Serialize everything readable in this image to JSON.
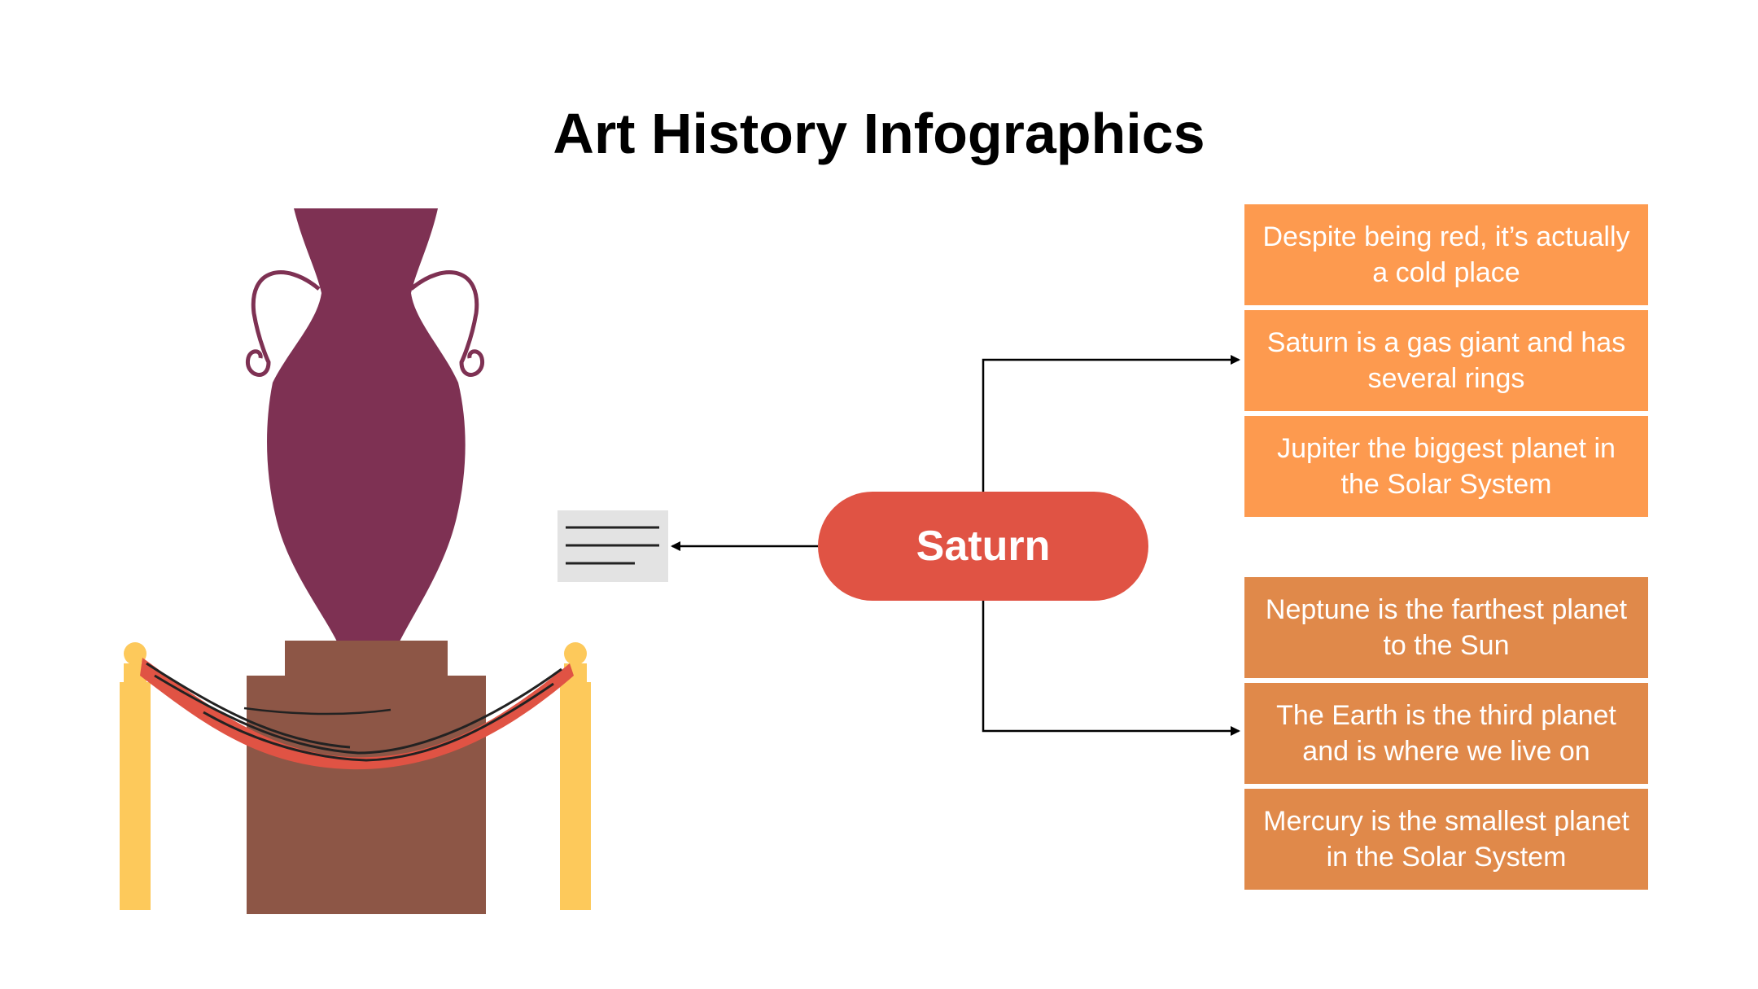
{
  "title": "Art History Infographics",
  "center_node": {
    "label": "Saturn",
    "color": "#e05344"
  },
  "top_group": {
    "color": "#fd9a4f",
    "items": [
      "Despite being red, it’s actually a cold place",
      "Saturn is a gas giant and has several rings",
      "Jupiter the biggest planet in the Solar System"
    ]
  },
  "bottom_group": {
    "color": "#e0894a",
    "items": [
      "Neptune is the farthest planet to the Sun",
      "The Earth is the third planet and is where we live on",
      "Mercury is the smallest planet in the Solar System"
    ]
  },
  "illustration": {
    "vase_color": "#7e3153",
    "pedestal_color": "#8d5646",
    "rope_color": "#e05344",
    "post_color": "#fdc95b",
    "note_icon": "document-lines-icon"
  }
}
